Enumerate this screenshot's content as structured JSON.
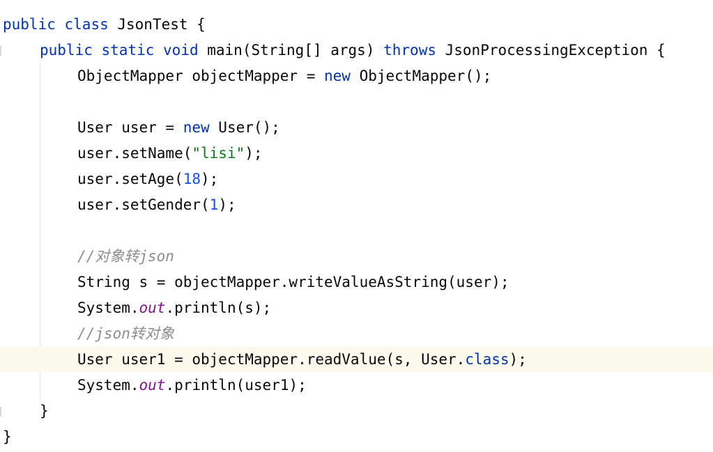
{
  "editor": {
    "colors": {
      "keyword": "#0033b3",
      "string": "#067d17",
      "number": "#1750eb",
      "static_field": "#871094",
      "comment": "#8c8c8c",
      "text": "#080808",
      "current_line": "#fcfaed"
    },
    "lines": [
      {
        "tokens": [
          {
            "t": "public",
            "c": "kw"
          },
          {
            "t": " ",
            "c": "plain"
          },
          {
            "t": "class",
            "c": "kw"
          },
          {
            "t": " JsonTest {",
            "c": "plain"
          }
        ]
      },
      {
        "tokens": [
          {
            "t": "public",
            "c": "kw"
          },
          {
            "t": " ",
            "c": "plain"
          },
          {
            "t": "static",
            "c": "kw"
          },
          {
            "t": " ",
            "c": "plain"
          },
          {
            "t": "void",
            "c": "kw"
          },
          {
            "t": " main(String[] args) ",
            "c": "plain"
          },
          {
            "t": "throws",
            "c": "kw"
          },
          {
            "t": " JsonProcessingException {",
            "c": "plain"
          }
        ]
      },
      {
        "tokens": [
          {
            "t": "ObjectMapper objectMapper = ",
            "c": "plain"
          },
          {
            "t": "new",
            "c": "kw"
          },
          {
            "t": " ObjectMapper();",
            "c": "plain"
          }
        ]
      },
      {
        "tokens": []
      },
      {
        "tokens": [
          {
            "t": "User user = ",
            "c": "plain"
          },
          {
            "t": "new",
            "c": "kw"
          },
          {
            "t": " User();",
            "c": "plain"
          }
        ]
      },
      {
        "tokens": [
          {
            "t": "user.setName(",
            "c": "plain"
          },
          {
            "t": "\"lisi\"",
            "c": "str"
          },
          {
            "t": ");",
            "c": "plain"
          }
        ]
      },
      {
        "tokens": [
          {
            "t": "user.setAge(",
            "c": "plain"
          },
          {
            "t": "18",
            "c": "num"
          },
          {
            "t": ");",
            "c": "plain"
          }
        ]
      },
      {
        "tokens": [
          {
            "t": "user.setGender(",
            "c": "plain"
          },
          {
            "t": "1",
            "c": "num"
          },
          {
            "t": ");",
            "c": "plain"
          }
        ]
      },
      {
        "tokens": []
      },
      {
        "tokens": [
          {
            "t": "//对象转json",
            "c": "cmt"
          }
        ]
      },
      {
        "tokens": [
          {
            "t": "String s = objectMapper.writeValueAsString(user);",
            "c": "plain"
          }
        ]
      },
      {
        "tokens": [
          {
            "t": "System.",
            "c": "plain"
          },
          {
            "t": "out",
            "c": "fld"
          },
          {
            "t": ".println(s);",
            "c": "plain"
          }
        ]
      },
      {
        "tokens": [
          {
            "t": "//json转对象",
            "c": "cmt"
          }
        ]
      },
      {
        "tokens": [
          {
            "t": "User user1 = objectMapper.readValue(s, User.",
            "c": "plain"
          },
          {
            "t": "class",
            "c": "kw"
          },
          {
            "t": ");",
            "c": "plain"
          }
        ]
      },
      {
        "tokens": [
          {
            "t": "System.",
            "c": "plain"
          },
          {
            "t": "out",
            "c": "fld"
          },
          {
            "t": ".println(user1);",
            "c": "plain"
          }
        ]
      },
      {
        "tokens": [
          {
            "t": "}",
            "c": "plain"
          }
        ]
      },
      {
        "tokens": [
          {
            "t": "}",
            "c": "plain"
          }
        ]
      }
    ]
  }
}
